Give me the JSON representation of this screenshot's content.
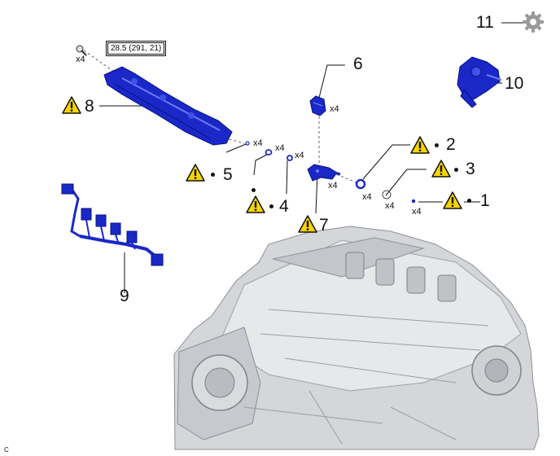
{
  "torque_spec": "28.5 (291, 21)",
  "callouts": {
    "c1": "1",
    "c2": "2",
    "c3": "3",
    "c4": "4",
    "c5": "5",
    "c6": "6",
    "c7": "7",
    "c8": "8",
    "c9": "9",
    "c10": "10",
    "c11": "11"
  },
  "quantities": {
    "bolt": "x4",
    "clamp": "x4",
    "gasket5": "x4",
    "oring4a": "x4",
    "oring4b": "x4",
    "nozzle7": "x4",
    "seal2": "x4",
    "ring3": "x4",
    "washer1": "x4"
  },
  "corner_mark": "C",
  "colors": {
    "part_blue": "#1a28c8",
    "warning_yellow": "#f6d400",
    "engine_gray": "#c9ccd0",
    "gear_gray": "#9a9a9a"
  },
  "icons": [
    "warning-icon",
    "gear-icon"
  ]
}
